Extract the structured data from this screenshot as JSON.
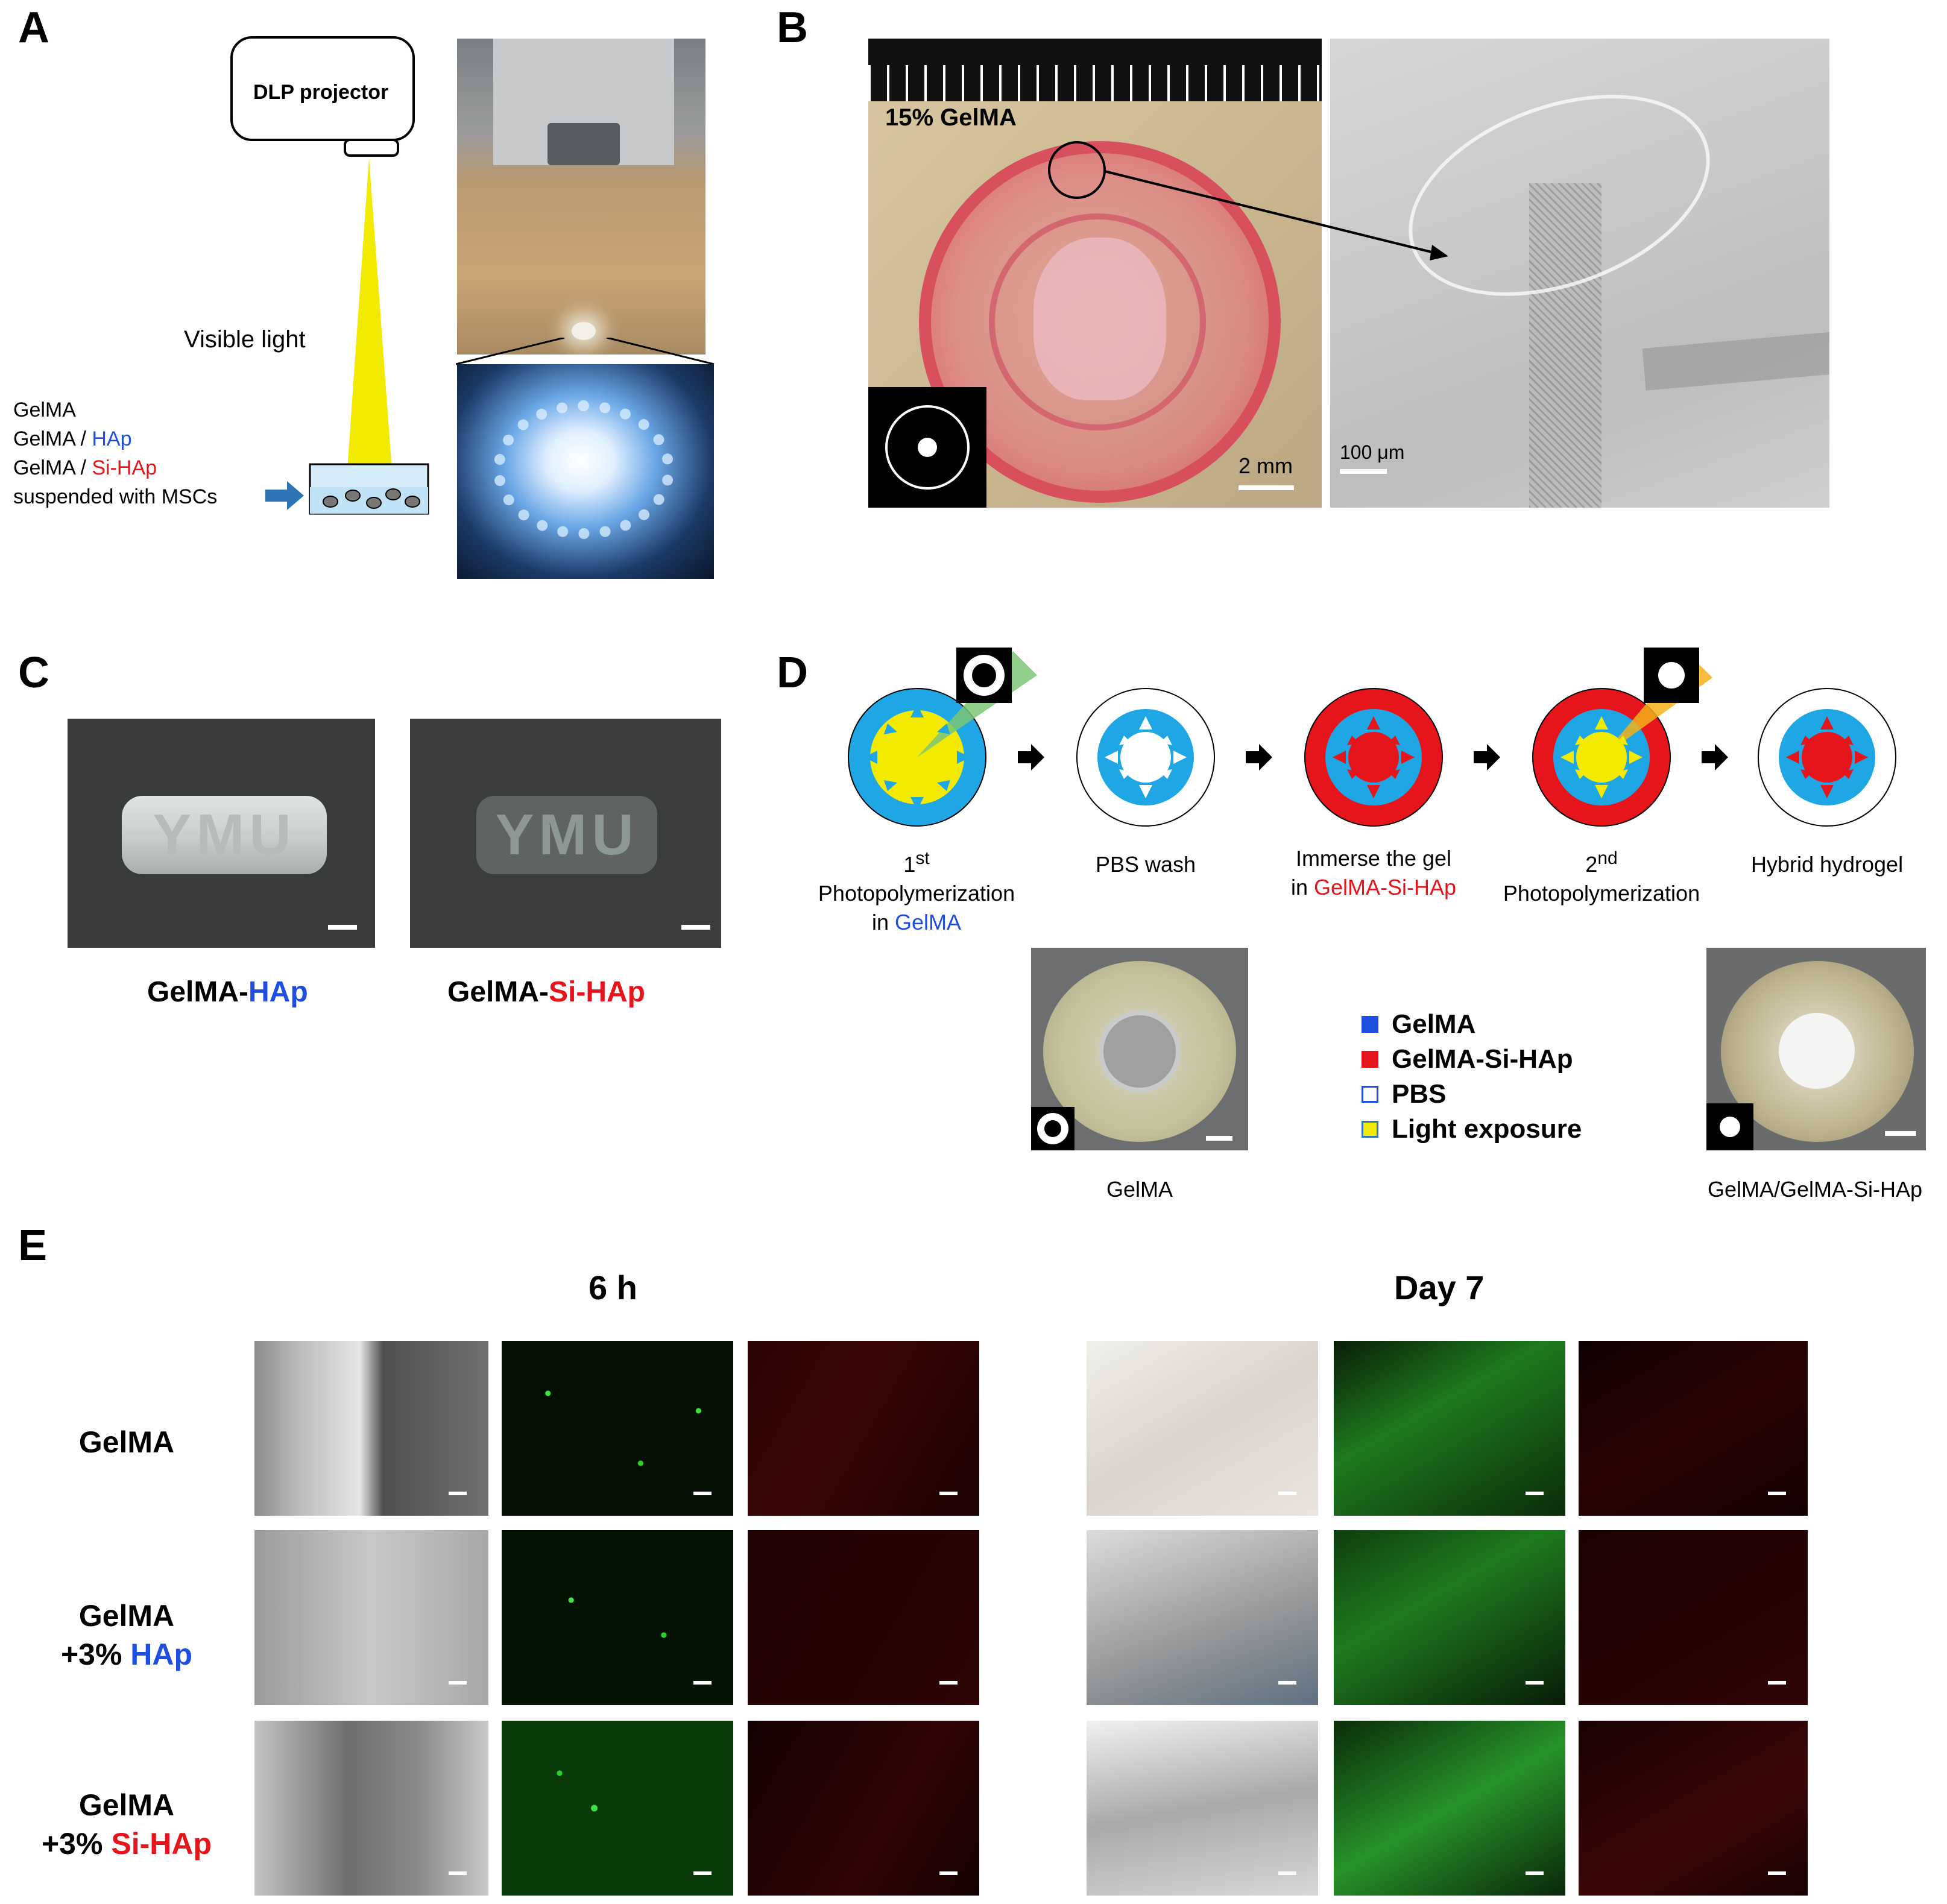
{
  "panels": {
    "a": {
      "letter": "A",
      "projector_label": "DLP projector",
      "light_label": "Visible light",
      "material_lines": [
        {
          "pre": "GelMA",
          "hl": "",
          "hl_color": ""
        },
        {
          "pre": "GelMA / ",
          "hl": "HAp",
          "hl_color": "#1f4fe0"
        },
        {
          "pre": "GelMA / ",
          "hl": "Si-HAp",
          "hl_color": "#e6141b"
        },
        {
          "pre": "suspended with MSCs",
          "hl": "",
          "hl_color": ""
        }
      ]
    },
    "b": {
      "letter": "B",
      "gel_label": "15% GelMA",
      "scale_left": "2 mm",
      "scale_right": "100 μm"
    },
    "c": {
      "letter": "C",
      "gel_text": "YMU",
      "left_prefix": "GelMA-",
      "left_hl": "HAp",
      "right_prefix": "GelMA-",
      "right_hl": "Si-HAp"
    },
    "d": {
      "letter": "D",
      "steps": [
        {
          "label_html": "1<sup>st</sup><br>Photopolymerization<br>in <span style=\"color:#1f4fe0\">GelMA</span>"
        },
        {
          "label_html": "PBS wash"
        },
        {
          "label_html": "Immerse the gel<br>in <span style=\"color:#e6141b\">GelMA-Si-HAp</span>"
        },
        {
          "label_html": "2<sup>nd</sup><br>Photopolymerization"
        },
        {
          "label_html": "Hybrid hydrogel"
        }
      ],
      "legend": [
        {
          "label": "GelMA",
          "color": "#1f4fe0",
          "outline": false
        },
        {
          "label": "GelMA-Si-HAp",
          "color": "#e6141b",
          "outline": false
        },
        {
          "label": "PBS",
          "color": "#ffffff",
          "outline": true
        },
        {
          "label": "Light exposure",
          "color": "#f2ea00",
          "outline": false
        }
      ],
      "photo_left_caption": "GelMA",
      "photo_right_caption": "GelMA/GelMA-Si-HAp"
    },
    "e": {
      "letter": "E",
      "time_left": "6 h",
      "time_right": "Day 7",
      "rows": [
        {
          "line1": "GelMA",
          "line2_pre": "",
          "line2_hl": "",
          "hl_color": ""
        },
        {
          "line1": "GelMA",
          "line2_pre": "+3% ",
          "line2_hl": "HAp",
          "hl_color": "#1f4fe0"
        },
        {
          "line1": "GelMA",
          "line2_pre": "+3% ",
          "line2_hl": "Si-HAp",
          "hl_color": "#e6141b"
        }
      ]
    }
  },
  "colors": {
    "gelma_blue": "#1ea7e4",
    "si_hap_red": "#e6141b",
    "light_yellow": "#f2ea00",
    "arrow_blue": "#2e75b6"
  }
}
